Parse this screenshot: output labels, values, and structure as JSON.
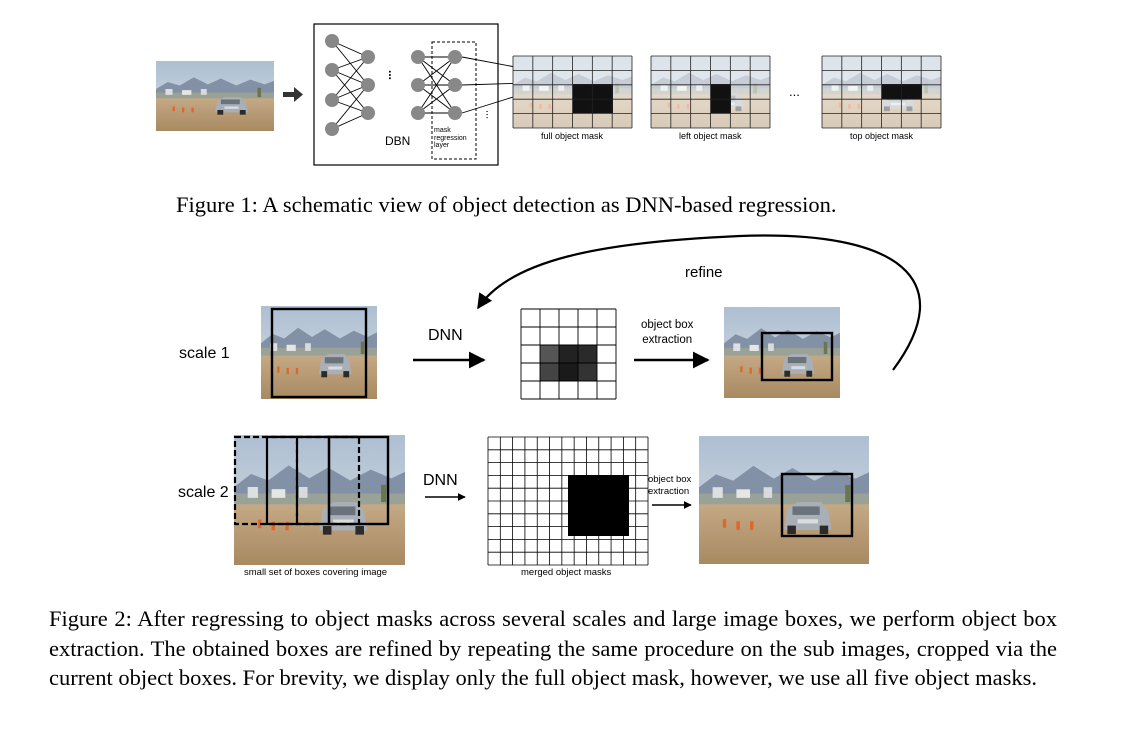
{
  "figure1": {
    "network_label": "DBN",
    "layer_label_lines": [
      "mask",
      "regression",
      "layer"
    ],
    "ellipsis": "...",
    "masks": [
      {
        "label": "full object mask"
      },
      {
        "label": "left object mask"
      },
      {
        "label": "top object mask"
      }
    ],
    "caption": "Figure 1:  A schematic view of object detection as DNN-based regression."
  },
  "figure2": {
    "refine_label": "refine",
    "scale1": {
      "label": "scale 1",
      "dnn_label": "DNN",
      "extraction_lines": [
        "object box",
        "extraction"
      ]
    },
    "scale2": {
      "label": "scale 2",
      "dnn_label": "DNN",
      "extraction_lines": [
        "object box",
        "extraction"
      ],
      "boxes_label": "small set of boxes covering image",
      "merged_label": "merged object masks"
    },
    "caption": "Figure 2:  After regressing to object masks across several scales and large image boxes, we perform object box extraction. The obtained boxes are refined by repeating the same procedure on the sub images, cropped via the current object boxes. For brevity, we display only the full object mask, however, we use all five object masks."
  },
  "colors": {
    "sky": "#b9c8d6",
    "mountain": "#7c8aa0",
    "ground": "#b89a72",
    "cone": "#e0662a",
    "car": "#a9afb6",
    "node": "#888888",
    "mask_dark": "#000000"
  }
}
